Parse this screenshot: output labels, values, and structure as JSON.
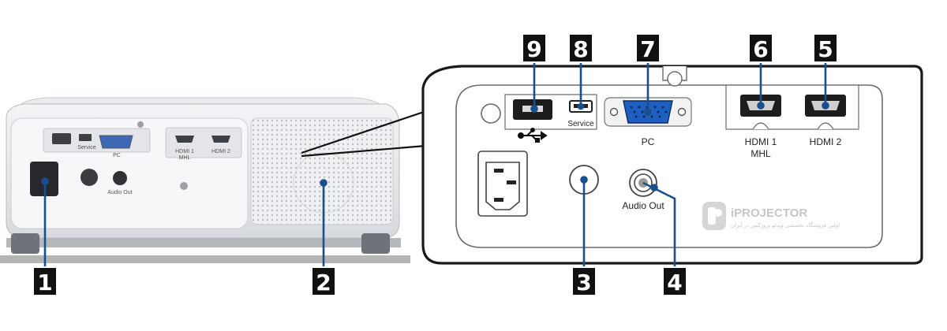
{
  "projector": {
    "labels": {
      "service": "Service",
      "pc": "PC",
      "hdmi1_line1": "HDMI 1",
      "hdmi1_line2": "MHL",
      "hdmi2": "HDMI 2",
      "audio_out": "Audio Out"
    }
  },
  "panel": {
    "labels": {
      "service": "Service",
      "pc": "PC",
      "hdmi1_line1": "HDMI 1",
      "hdmi1_line2": "MHL",
      "hdmi2": "HDMI 2",
      "audio_out": "Audio Out"
    },
    "usb_symbol": "usb-icon"
  },
  "callouts": [
    {
      "id": "callout-1",
      "number": "1"
    },
    {
      "id": "callout-2",
      "number": "2"
    },
    {
      "id": "callout-3",
      "number": "3"
    },
    {
      "id": "callout-4",
      "number": "4"
    },
    {
      "id": "callout-5",
      "number": "5"
    },
    {
      "id": "callout-6",
      "number": "6"
    },
    {
      "id": "callout-7",
      "number": "7"
    },
    {
      "id": "callout-8",
      "number": "8"
    },
    {
      "id": "callout-9",
      "number": "9"
    }
  ],
  "watermark": {
    "brand": "iPROJECTOR",
    "tagline": "اولین فروشگاه تخصصی ویدئو پروژکتور در ایران"
  },
  "colors": {
    "callout_bg": "#111111",
    "leader_line": "#1a4e8c",
    "vga_port": "#1f5fbf",
    "panel_outline": "#1a1a1a",
    "watermark": "#c8c8c8"
  }
}
